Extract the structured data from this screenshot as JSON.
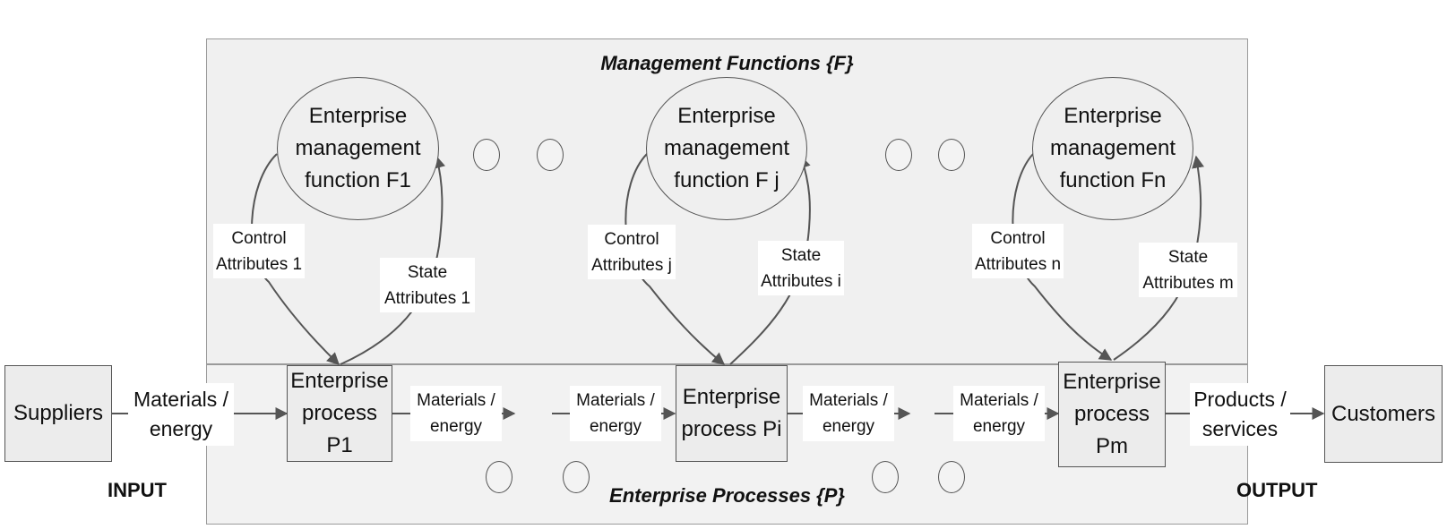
{
  "management_panel": {
    "title": "Management Functions {F}"
  },
  "process_panel": {
    "title": "Enterprise Processes {P}"
  },
  "functions": [
    {
      "line1": "Enterprise",
      "line2": "management",
      "line3": "function F1"
    },
    {
      "line1": "Enterprise",
      "line2": "management",
      "line3": "function F j"
    },
    {
      "line1": "Enterprise",
      "line2": "management",
      "line3": "function Fn"
    }
  ],
  "processes": [
    {
      "line1": "Enterprise",
      "line2": "process P1"
    },
    {
      "line1": "Enterprise",
      "line2": "process Pi"
    },
    {
      "line1": "Enterprise",
      "line2": "process",
      "line3": "Pm"
    }
  ],
  "control_labels": [
    {
      "line1": "Control",
      "line2": "Attributes 1"
    },
    {
      "line1": "Control",
      "line2": "Attributes j"
    },
    {
      "line1": "Control",
      "line2": "Attributes n"
    }
  ],
  "state_labels": [
    {
      "line1": "State",
      "line2": "Attributes 1"
    },
    {
      "line1": "State",
      "line2": "Attributes i"
    },
    {
      "line1": "State",
      "line2": "Attributes m"
    }
  ],
  "suppliers": "Suppliers",
  "customers": "Customers",
  "input_label": "INPUT",
  "output_label": "OUTPUT",
  "flow_labels": {
    "supplier_to_p1": {
      "line1": "Materials /",
      "line2": "energy"
    },
    "p1_out": {
      "line1": "Materials /",
      "line2": "energy"
    },
    "pi_in": {
      "line1": "Materials /",
      "line2": "energy"
    },
    "pi_out": {
      "line1": "Materials /",
      "line2": "energy"
    },
    "pm_in": {
      "line1": "Materials /",
      "line2": "energy"
    },
    "pm_to_customers": {
      "line1": "Products /",
      "line2": "services"
    }
  }
}
